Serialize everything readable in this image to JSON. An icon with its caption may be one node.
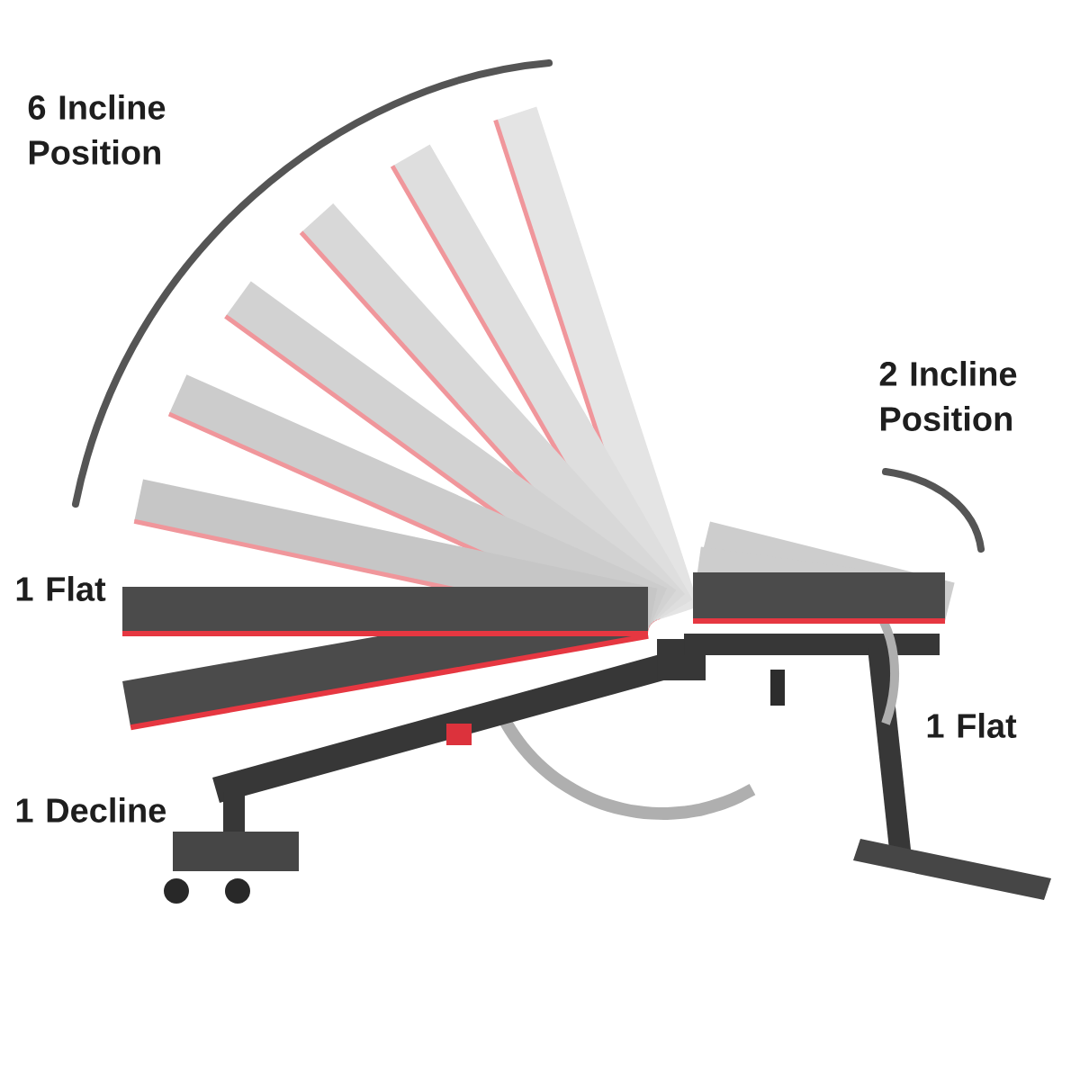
{
  "diagram": {
    "labels": [
      "6 Incline Position",
      "2 Incline Position",
      "1 Flat",
      "1 Flat",
      "1 Decline"
    ]
  }
}
